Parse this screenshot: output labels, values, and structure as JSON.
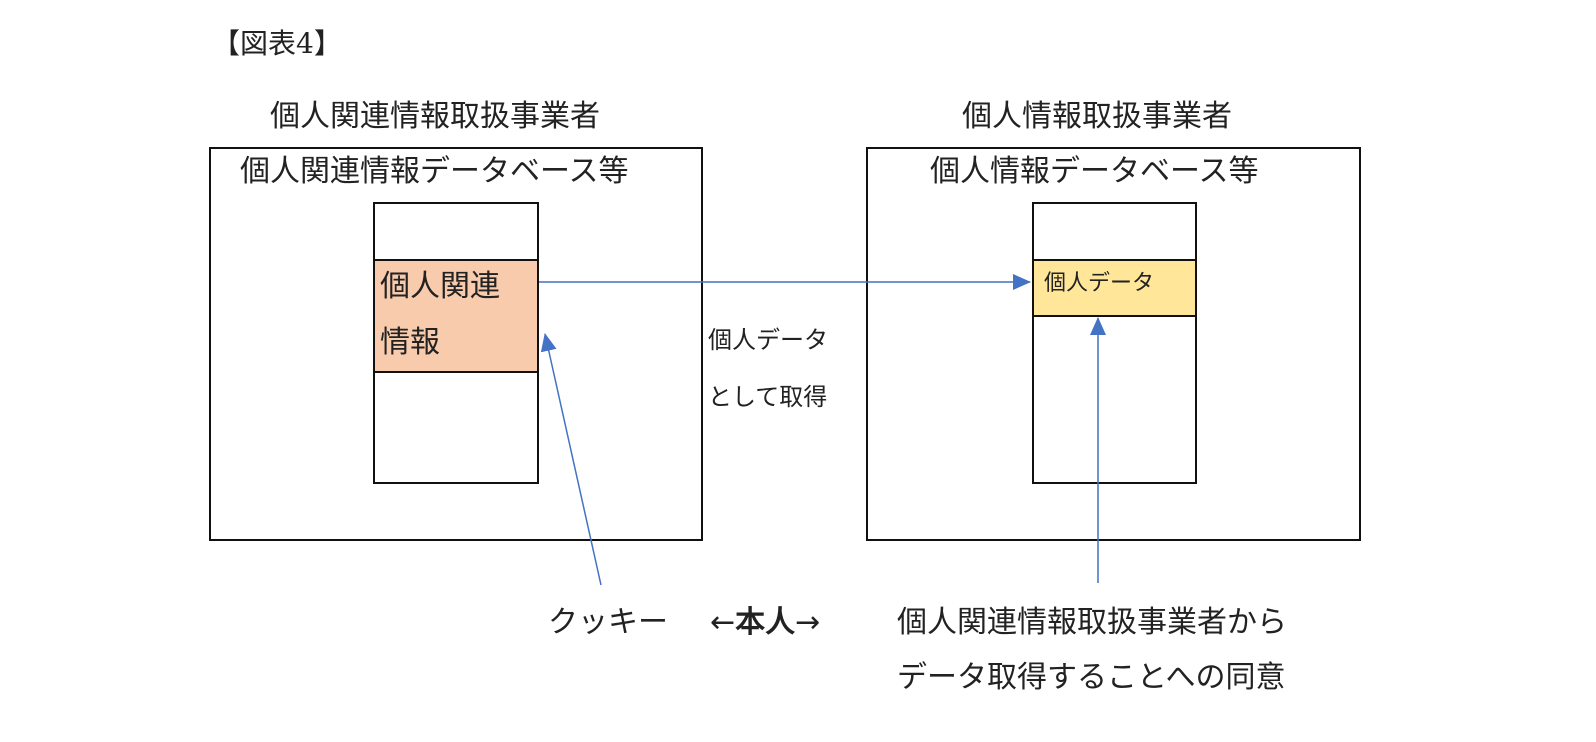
{
  "figure_label": "【図表4】",
  "left": {
    "heading": "個人関連情報取扱事業者",
    "database_label": "個人関連情報データベース等",
    "record_line1": "個人関連",
    "record_line2": "情報"
  },
  "right": {
    "heading": "個人情報取扱事業者",
    "database_label": "個人情報データベース等",
    "record_label": "個人データ"
  },
  "transfer_label_line1": "個人データ",
  "transfer_label_line2": "として取得",
  "bottom": {
    "cookie": "クッキー",
    "arrow_left": "←",
    "person": "本人",
    "arrow_right": "→",
    "consent_line1": "個人関連情報取扱事業者から",
    "consent_line2": "データ取得することへの同意"
  },
  "colors": {
    "related_info_fill": "#F8CBAD",
    "personal_data_fill": "#FFE699",
    "arrow": "#4472C4"
  }
}
